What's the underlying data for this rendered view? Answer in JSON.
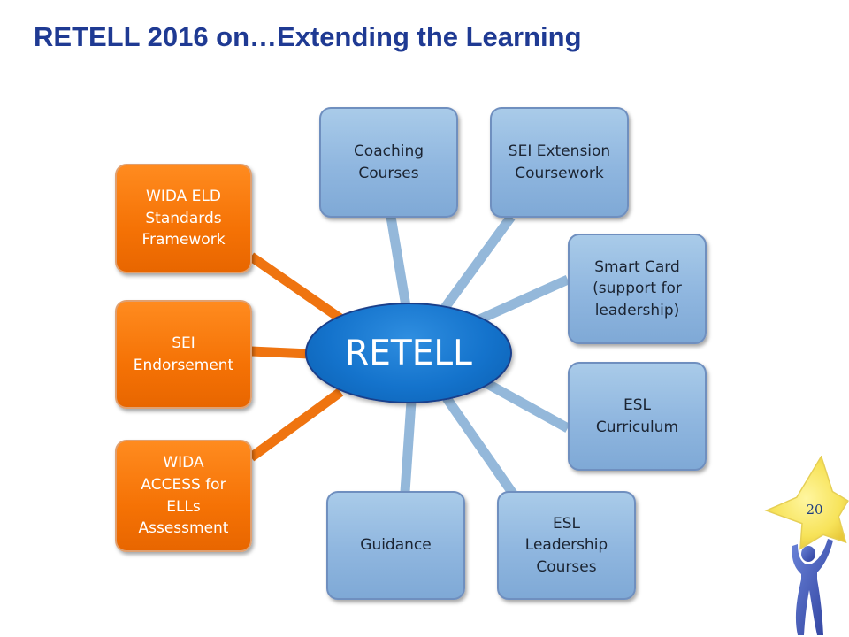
{
  "slide": {
    "title": "RETELL 2016 on…Extending the Learning",
    "page_number": "20"
  },
  "diagram": {
    "center": {
      "label": "RETELL",
      "color": "#1473cc"
    },
    "colors": {
      "blue_node": "#8fb6df",
      "orange_node": "#f57205",
      "blue_connector": "#94b8da",
      "orange_connector": "#ef7410"
    },
    "nodes": [
      {
        "id": "coaching-courses",
        "label": "Coaching\nCourses",
        "color_group": "blue"
      },
      {
        "id": "sei-extension-coursework",
        "label": "SEI Extension\nCoursework",
        "color_group": "blue"
      },
      {
        "id": "smart-card",
        "label": "Smart Card\n(support for\nleadership)",
        "color_group": "blue"
      },
      {
        "id": "esl-curriculum",
        "label": "ESL\nCurriculum",
        "color_group": "blue"
      },
      {
        "id": "esl-leadership-courses",
        "label": "ESL\nLeadership\nCourses",
        "color_group": "blue"
      },
      {
        "id": "guidance",
        "label": "Guidance",
        "color_group": "blue"
      },
      {
        "id": "wida-access",
        "label": "WIDA\nACCESS for\nELLs\nAssessment",
        "color_group": "orange"
      },
      {
        "id": "sei-endorsement",
        "label": "SEI\nEndorsement",
        "color_group": "orange"
      },
      {
        "id": "wida-eld",
        "label": "WIDA ELD\nStandards\nFramework",
        "color_group": "orange"
      }
    ]
  }
}
